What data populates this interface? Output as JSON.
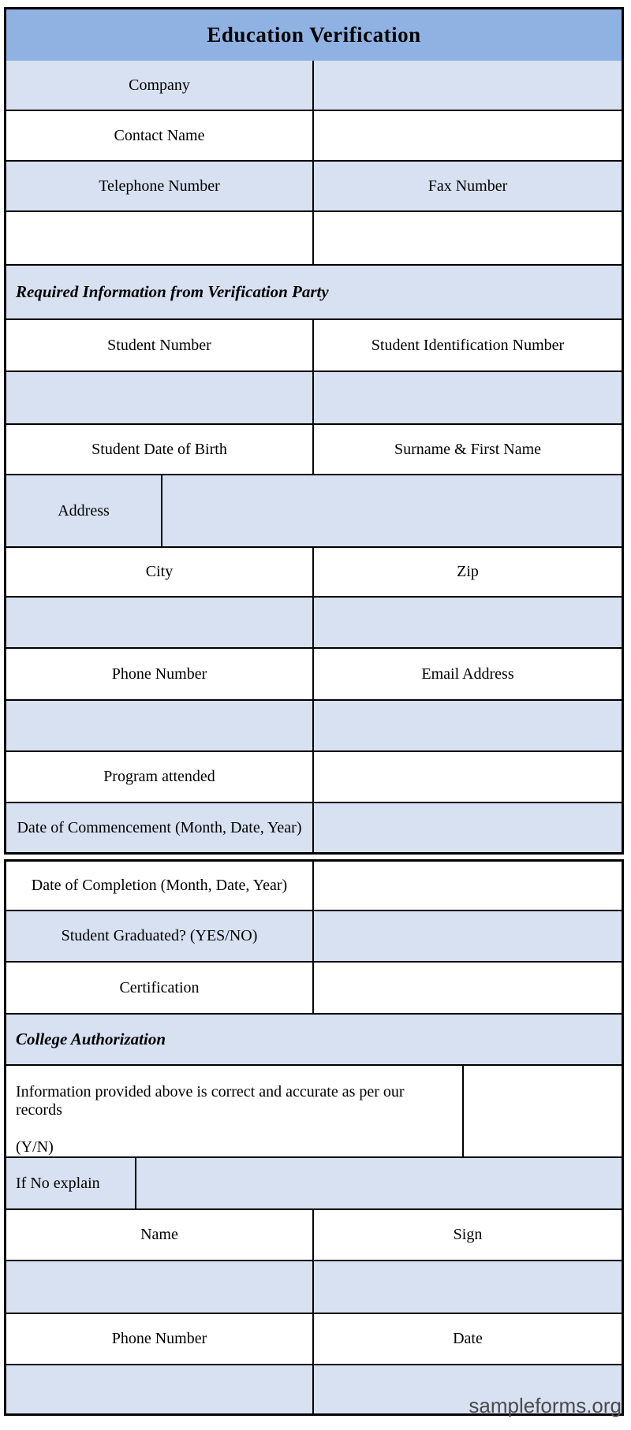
{
  "colors": {
    "header_bar": "#8fb2e2",
    "alt_row": "#d7e1f1",
    "border": "#000000",
    "text": "#000000",
    "watermark": "#4a4a4a"
  },
  "form": {
    "title": "Education Verification",
    "table1": {
      "rows": [
        {
          "left": "Company",
          "right": ""
        },
        {
          "left": "Contact Name",
          "right": ""
        },
        {
          "left": "Telephone Number",
          "right": "Fax Number"
        },
        {
          "left": "",
          "right": ""
        },
        {
          "section": "Required Information from Verification Party"
        },
        {
          "left": "Student Number",
          "right": "Student Identification Number"
        },
        {
          "left": "",
          "right": ""
        },
        {
          "left": "Student Date of Birth",
          "right": "Surname & First Name"
        },
        {
          "left": "Address",
          "right": ""
        },
        {
          "left": "City",
          "right": "Zip"
        },
        {
          "left": "",
          "right": ""
        },
        {
          "left": "Phone Number",
          "right": "Email Address"
        },
        {
          "left": "",
          "right": ""
        },
        {
          "left": "Program attended",
          "right": ""
        },
        {
          "left": "Date of Commencement (Month, Date, Year)",
          "right": ""
        }
      ]
    },
    "table2": {
      "rows": [
        {
          "left": "Date of Completion (Month, Date, Year)",
          "right": ""
        },
        {
          "left": "Student Graduated? (YES/NO)",
          "right": ""
        },
        {
          "left": "Certification",
          "right": ""
        },
        {
          "section": "College Authorization"
        },
        {
          "line1": "Information provided above is correct and accurate as per our records",
          "line2": "(Y/N)",
          "right": ""
        },
        {
          "left": "If No explain",
          "right": ""
        },
        {
          "left": "Name",
          "right": "Sign"
        },
        {
          "left": "",
          "right": ""
        },
        {
          "left": "Phone Number",
          "right": "Date"
        },
        {
          "left": "",
          "right": ""
        }
      ]
    }
  },
  "watermark": "sampleforms.org"
}
